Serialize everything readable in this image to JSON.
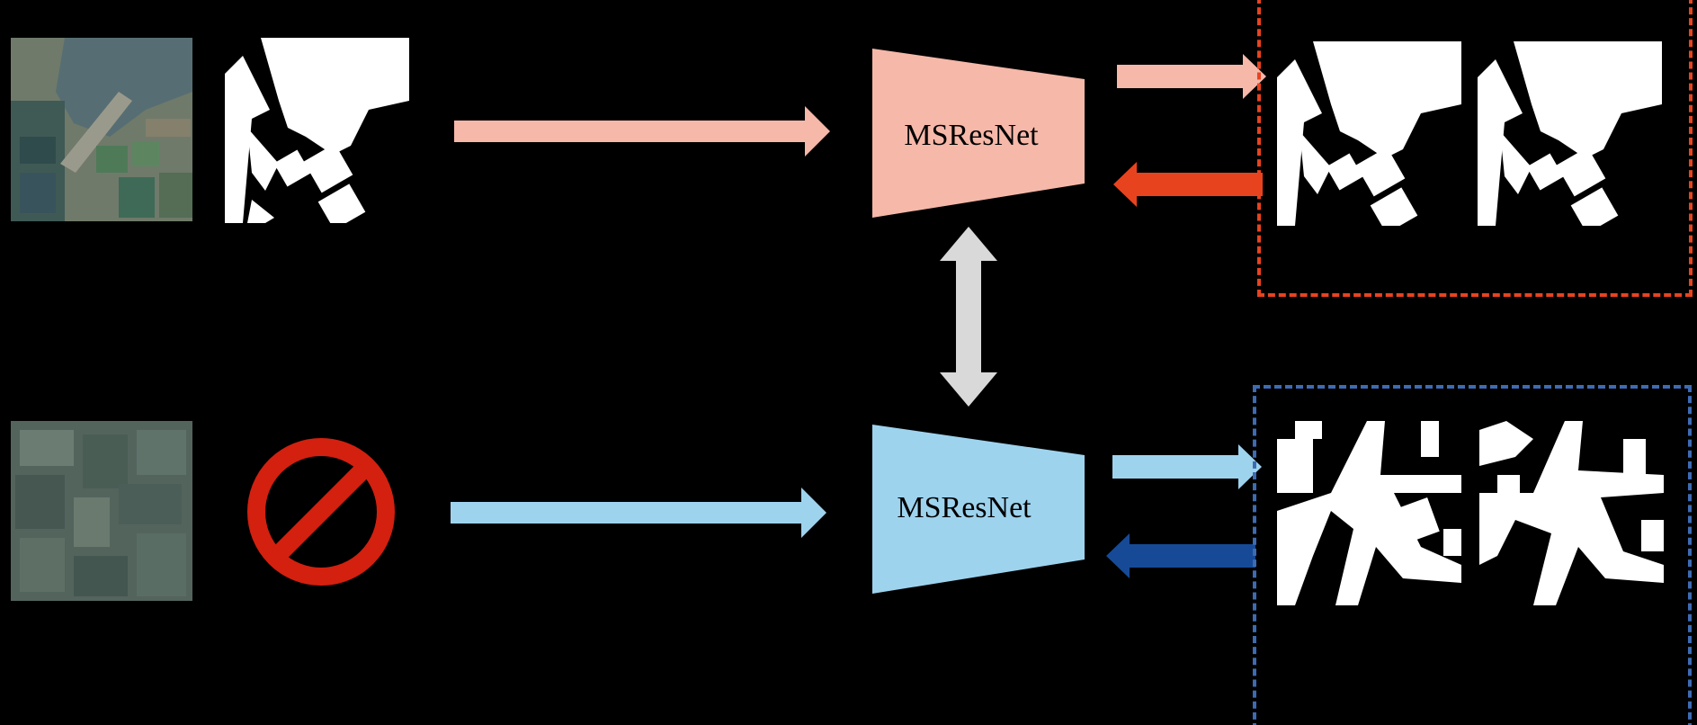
{
  "colors": {
    "background": "#000000",
    "labeled_branch": "#f5b8a9",
    "unlabeled_branch": "#9ed3ee",
    "feedback_labeled": "#e8431f",
    "feedback_unlabeled": "#164a96",
    "shared_weights": "#d9d9d9",
    "labeled_box_border": "#e8431f",
    "unlabeled_box_border": "#3d6bb3",
    "no_label_symbol": "#d3200f"
  },
  "labeled_branch": {
    "input_image_icon": "satellite-photo",
    "label_icon": "binary-mask",
    "network_label": "MSResNet"
  },
  "unlabeled_branch": {
    "input_image_icon": "satellite-photo",
    "label_icon": "no-label-icon",
    "network_label": "MSResNet"
  },
  "shared_link_icon": "double-arrow-icon",
  "outputs": {
    "labeled_box_icons": [
      "binary-mask",
      "binary-mask"
    ],
    "unlabeled_box_icons": [
      "binary-mask",
      "binary-mask"
    ]
  }
}
